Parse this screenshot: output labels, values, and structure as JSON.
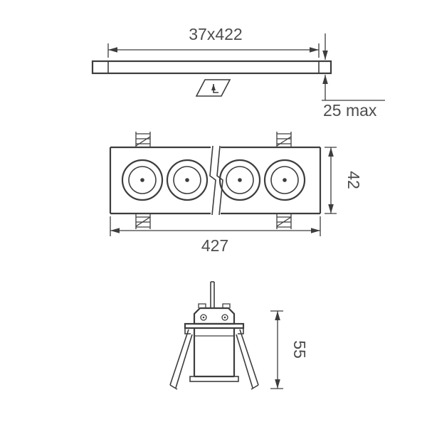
{
  "drawing": {
    "colors": {
      "line": "#3d3d3d",
      "text": "#4d4d4d",
      "background": "#ffffff"
    },
    "views": {
      "top_profile": {
        "cutout_dimension": "37x422",
        "max_depth_label": "25 max"
      },
      "front": {
        "length_label": "427",
        "height_label": "42",
        "spot_count": 4
      },
      "section": {
        "height_label": "55"
      }
    },
    "icons": [
      "install-direction-icon",
      "spring-clip-icon",
      "mounting-spring-icon",
      "power-cable-icon"
    ]
  }
}
